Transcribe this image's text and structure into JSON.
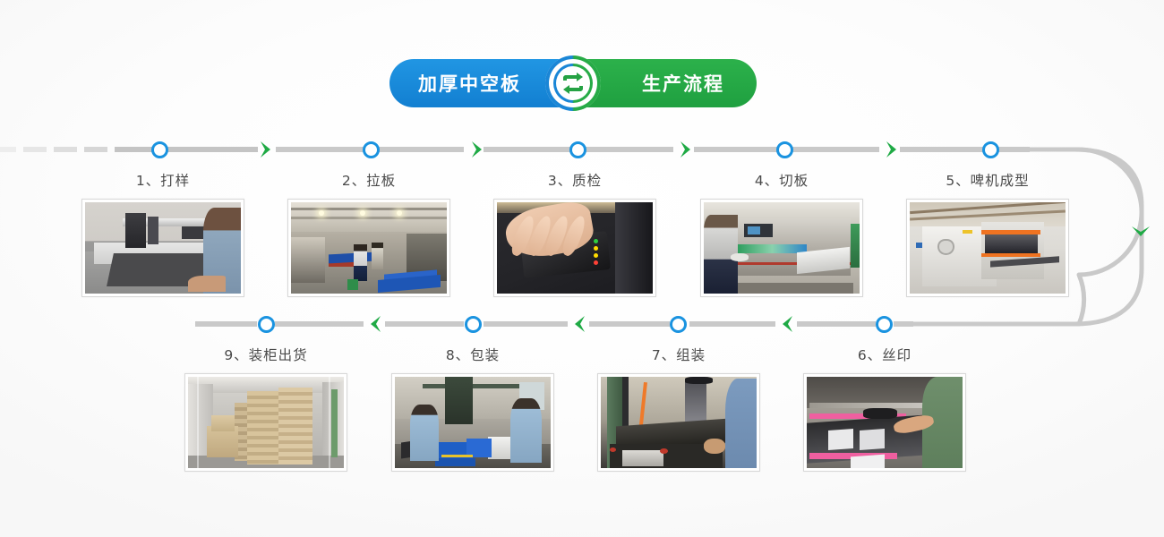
{
  "banner": {
    "left_text": "加厚中空板",
    "right_text": "生产流程",
    "badge_icon": "recycle-arrows-icon",
    "left_color": "#1a86d6",
    "right_color": "#27ab47"
  },
  "theme": {
    "node_color": "#1a93e0",
    "arrow_color": "#1faa45",
    "line_color": "#c4c4c4",
    "label_color": "#4a4a4a",
    "background": "#ffffff"
  },
  "flow": {
    "top_row_direction": "left-to-right",
    "bottom_row_direction": "right-to-left",
    "connector": "u-turn-right",
    "connector_arrow_icon": "chevron-down-icon"
  },
  "steps": [
    {
      "id": 1,
      "label": "1、打样",
      "image_name": "prototype-cnc-cutting-photo"
    },
    {
      "id": 2,
      "label": "2、拉板",
      "image_name": "sheet-extrusion-factory-photo"
    },
    {
      "id": 3,
      "label": "3、质检",
      "image_name": "quality-inspection-tester-photo"
    },
    {
      "id": 4,
      "label": "4、切板",
      "image_name": "board-cutting-machine-photo"
    },
    {
      "id": 5,
      "label": "5、啤机成型",
      "image_name": "die-cutting-forming-machine-photo"
    },
    {
      "id": 6,
      "label": "6、丝印",
      "image_name": "screen-printing-photo"
    },
    {
      "id": 7,
      "label": "7、组装",
      "image_name": "assembly-riveting-photo"
    },
    {
      "id": 8,
      "label": "8、包装",
      "image_name": "packing-workers-photo"
    },
    {
      "id": 9,
      "label": "9、装柜出货",
      "image_name": "container-loading-photo"
    }
  ]
}
